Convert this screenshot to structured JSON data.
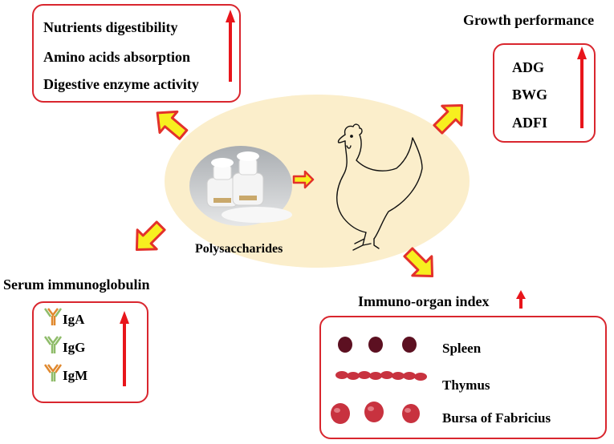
{
  "center": {
    "label": "Polysaccharides",
    "ellipse_color": "#fbeecb"
  },
  "nutrient_box": {
    "items": [
      "Nutrients digestibility",
      "Amino acids absorption",
      "Digestive enzyme activity"
    ]
  },
  "growth": {
    "title": "Growth performance",
    "items": [
      "ADG",
      "BWG",
      "ADFI"
    ]
  },
  "serum": {
    "title": "Serum immunoglobulin",
    "items": [
      "IgA",
      "IgG",
      "IgM"
    ]
  },
  "immuno": {
    "title": "Immuno-organ index",
    "items": [
      "Spleen",
      "Thymus",
      "Bursa of Fabricius"
    ]
  },
  "colors": {
    "box_border": "#d9262e",
    "up_arrow": "#e8151b",
    "big_arrow_fill": "#f7ef1f",
    "big_arrow_stroke": "#e3312b",
    "antibody_orange": "#e0892f",
    "antibody_green": "#8fbc6a",
    "organ_red": "#c8323f",
    "organ_dark": "#5c1021"
  },
  "icons": {
    "arrow": "thick-yellow-arrow-icon",
    "up": "red-up-arrow-icon",
    "antibody": "antibody-y-icon",
    "chicken": "chicken-outline-icon",
    "powder": "powder-bottles-photo"
  }
}
